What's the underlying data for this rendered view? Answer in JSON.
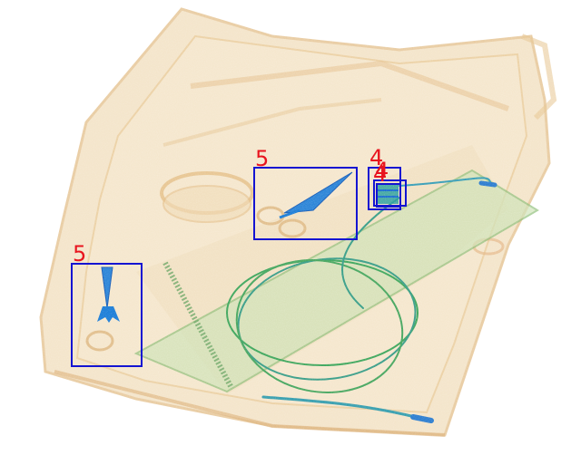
{
  "colors": {
    "box": "#1414d2",
    "label": "#e8141e",
    "tray": "#e9c898",
    "cable": "#3aa860",
    "tool": "#1e7fd8"
  },
  "detections": [
    {
      "label": "5",
      "object": "scissors"
    },
    {
      "label": "5",
      "object": "scissors"
    },
    {
      "label": "4",
      "object": "item"
    },
    {
      "label": "4",
      "object": "item"
    },
    {
      "label": "4",
      "object": "item"
    }
  ]
}
